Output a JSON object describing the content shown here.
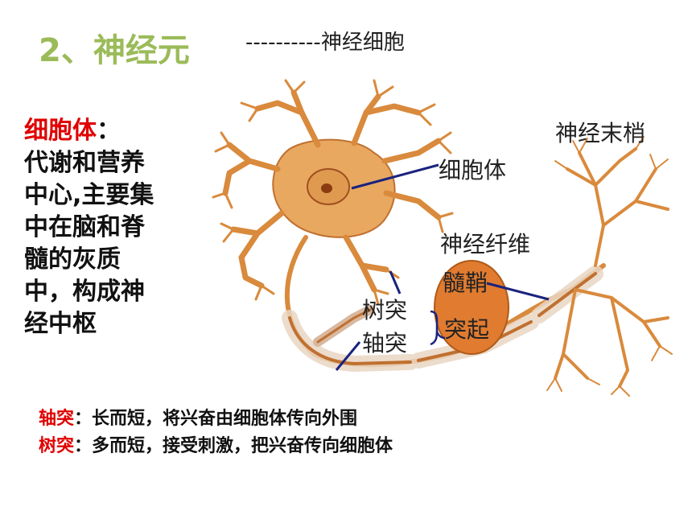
{
  "title": "2、神经元",
  "subtitle": "----------神经细胞",
  "side_note": {
    "term": "细胞体",
    "colon": "：",
    "text": "代谢和营养中心,主要集中在脑和脊髓的灰质中，构成神经中枢"
  },
  "diagram": {
    "labels": {
      "cell_body": "细胞体",
      "nerve_ending": "神经末梢",
      "nerve_fiber": "神经纤维",
      "myelin": "髓鞘",
      "process": "突起",
      "dendrite": "树突",
      "axon": "轴突"
    },
    "colors": {
      "neuron": "#d98a3c",
      "neuron_dark": "#b5651d",
      "oval": "#e07b30",
      "line": "#1a237e"
    }
  },
  "definitions": [
    {
      "term": "轴突",
      "text": "：长而短，将兴奋由细胞体传向外围"
    },
    {
      "term": "树突",
      "text": "：多而短，接受刺激，把兴奋传向细胞体"
    }
  ]
}
